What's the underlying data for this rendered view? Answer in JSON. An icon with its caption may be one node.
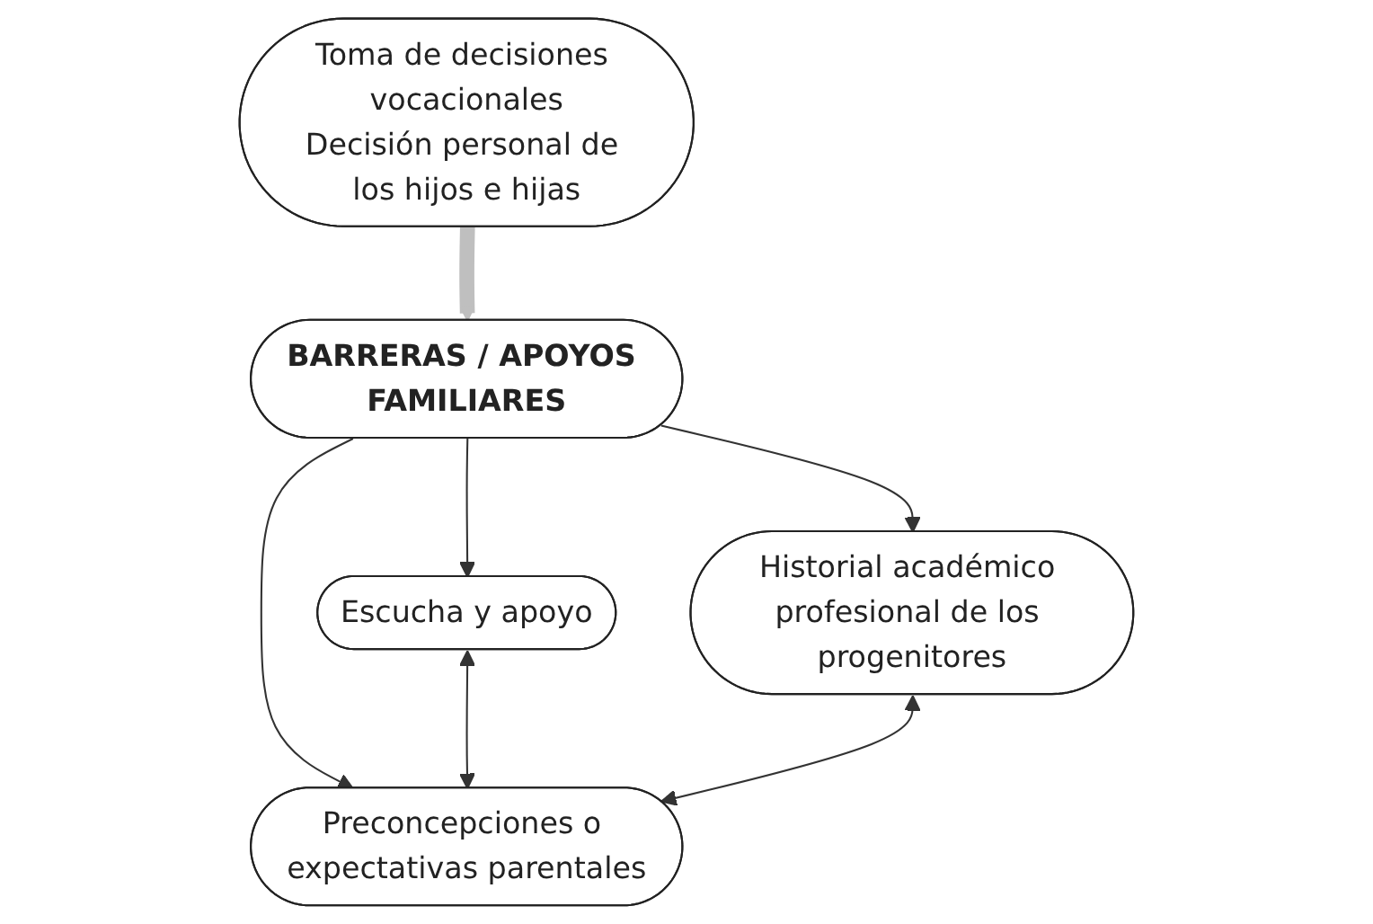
{
  "diagram": {
    "nodes": [
      {
        "text": [
          "Toma de decisiones vocacionales",
          "Decisión personal de los hijos e hijas"
        ]
      },
      {
        "text": [
          "BARRERAS / APOYOS FAMILIARES"
        ]
      },
      {
        "text": [
          "Escucha y apoyo"
        ]
      },
      {
        "text": [
          "Historial académico profesional de los progenitores"
        ]
      },
      {
        "text": [
          "Preconcepciones o expectativas parentales"
        ]
      }
    ],
    "edges": [
      {
        "from": 0,
        "to": 1,
        "arrow": "to",
        "style": "thick",
        "color": "#bfbfbf"
      },
      {
        "from": 1,
        "to": 2,
        "arrow": "to"
      },
      {
        "from": 1,
        "to": 3,
        "arrow": "to"
      },
      {
        "from": 1,
        "to": 4,
        "arrow": "to"
      },
      {
        "from": 2,
        "to": 4,
        "arrow": "both"
      },
      {
        "from": 3,
        "to": 4,
        "arrow": "both"
      }
    ]
  }
}
